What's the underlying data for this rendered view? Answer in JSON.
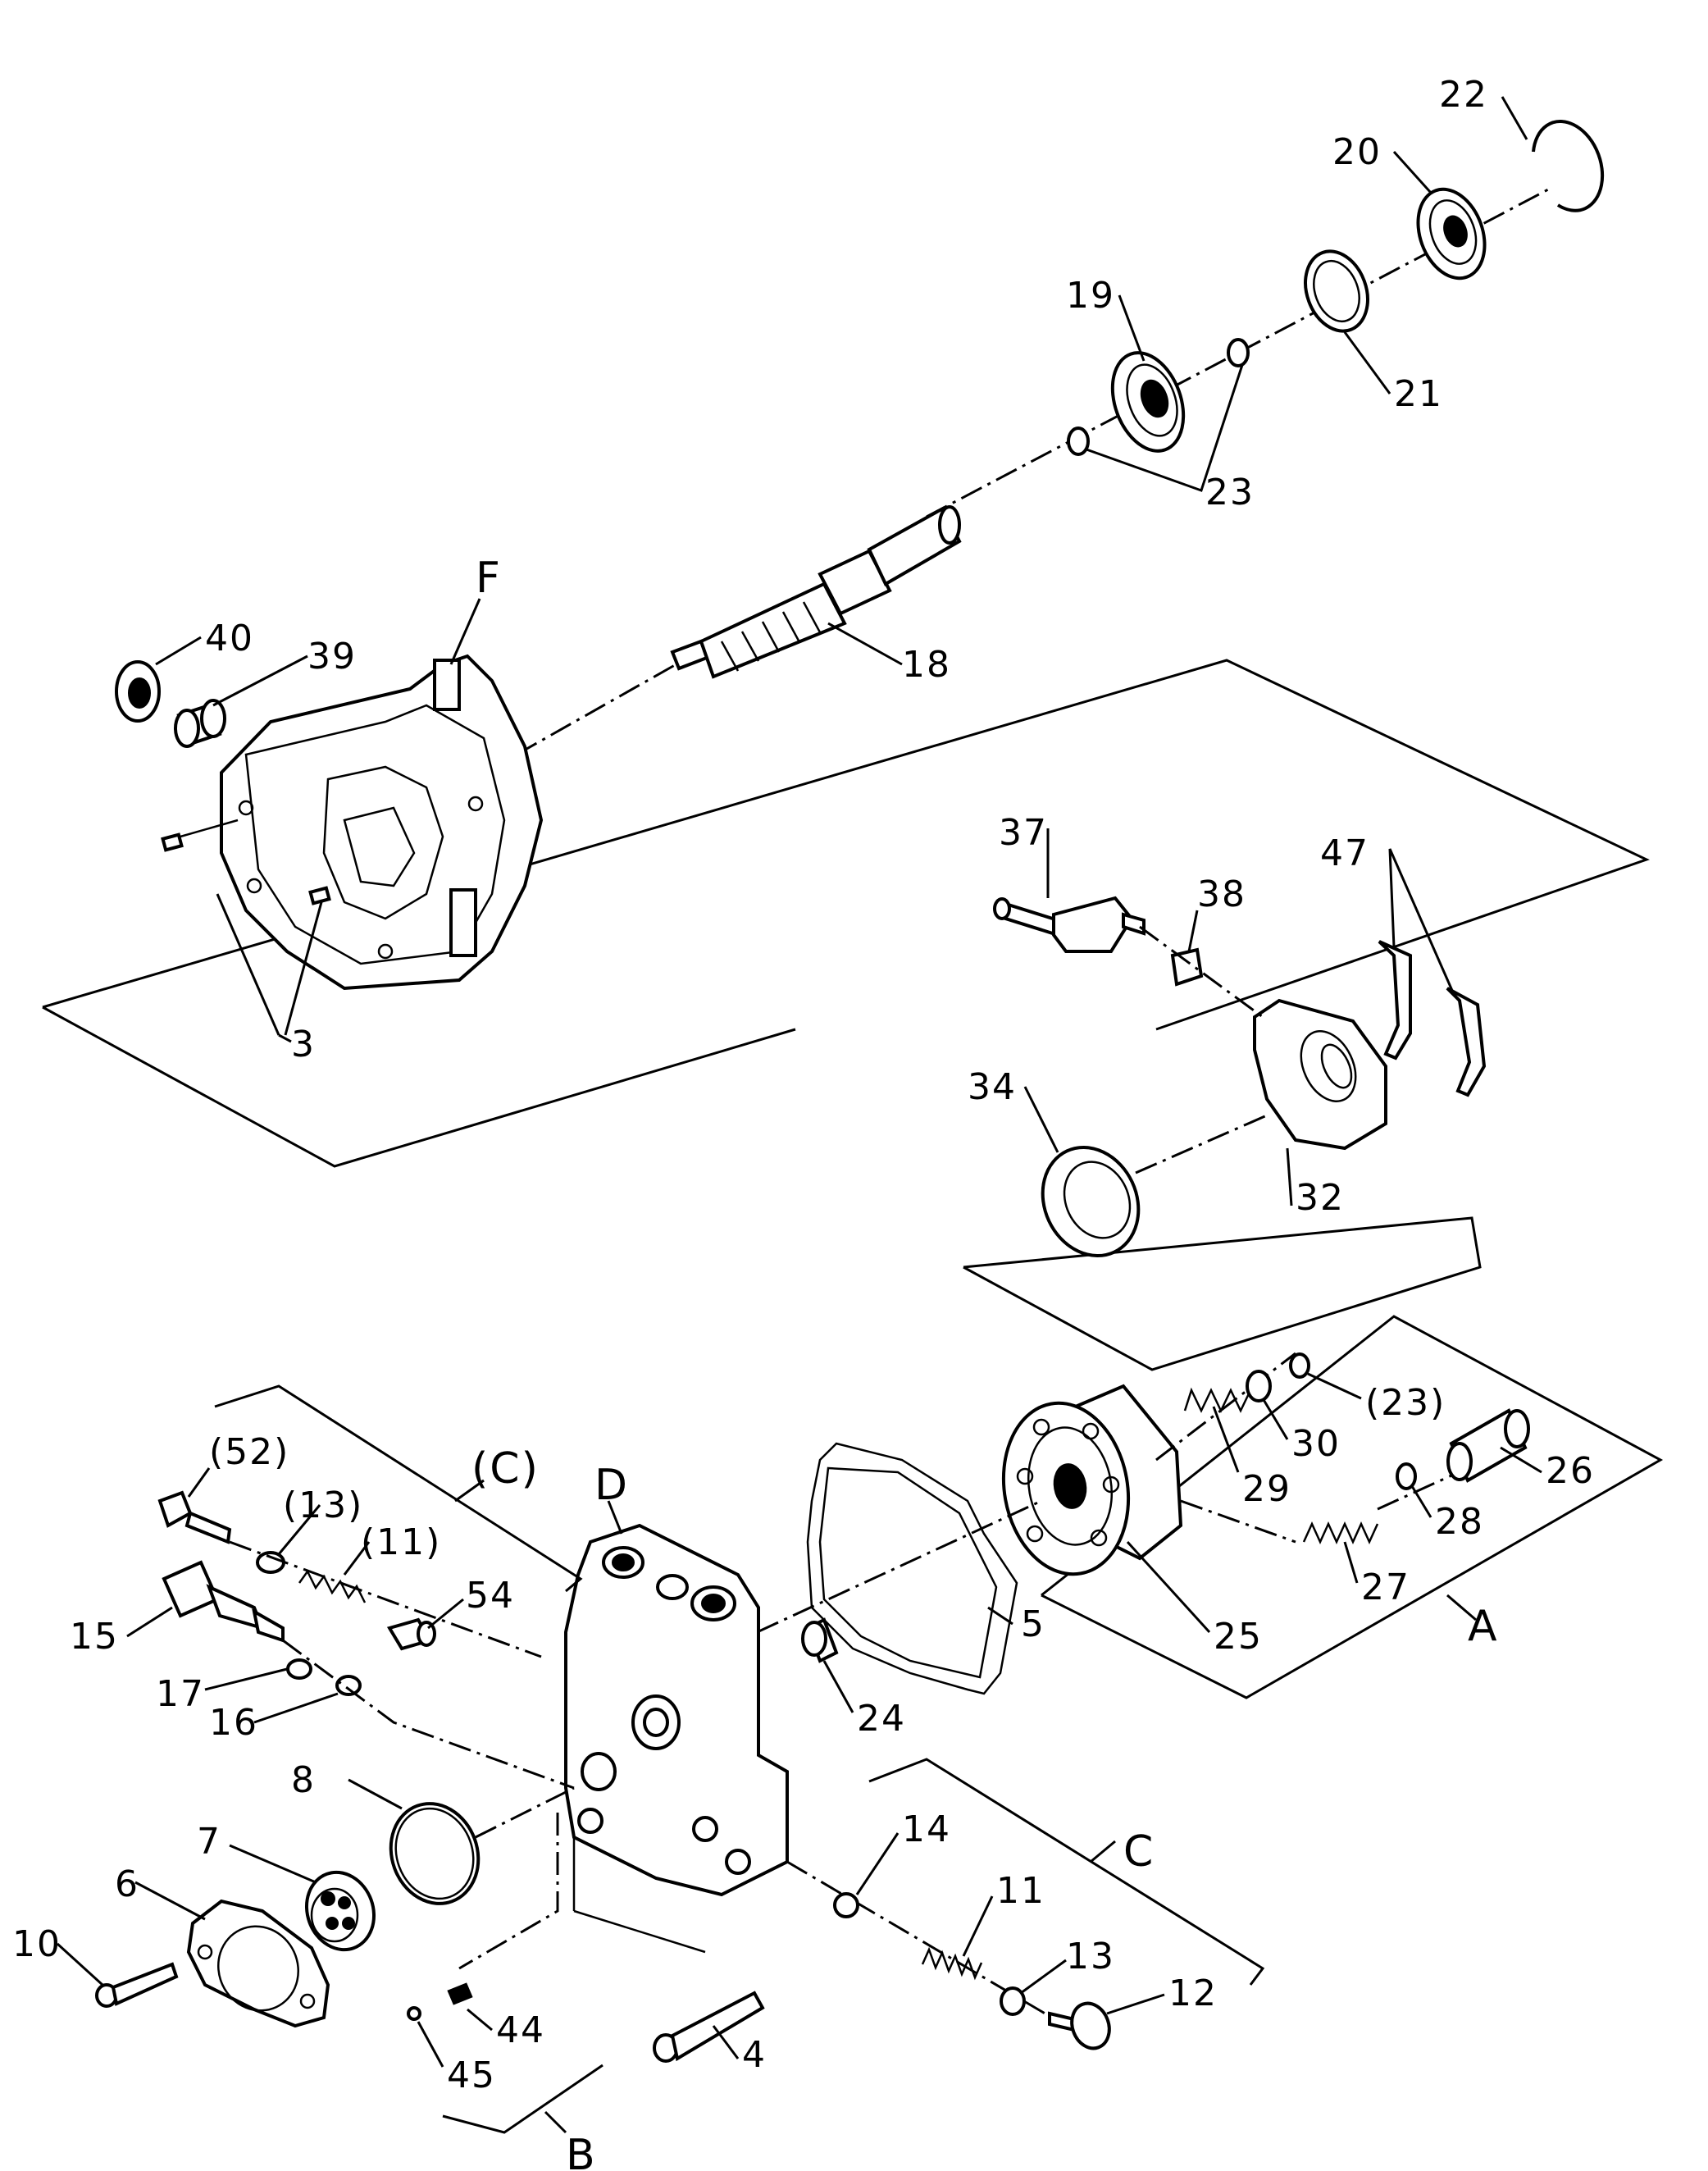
{
  "diagram": {
    "group_labels": {
      "F": "F",
      "D": "D",
      "A": "A",
      "B": "B",
      "C": "C",
      "C_paren": "(C)"
    },
    "parts": {
      "p3": "3",
      "p4": "4",
      "p5": "5",
      "p6": "6",
      "p7": "7",
      "p8": "8",
      "p10": "10",
      "p11": "11",
      "p11_paren": "(11)",
      "p12": "12",
      "p13": "13",
      "p13_paren": "(13)",
      "p14": "14",
      "p15": "15",
      "p16": "16",
      "p17": "17",
      "p18": "18",
      "p19": "19",
      "p20": "20",
      "p21": "21",
      "p22": "22",
      "p23": "23",
      "p23_paren": "(23)",
      "p24": "24",
      "p25": "25",
      "p26": "26",
      "p27": "27",
      "p28": "28",
      "p29": "29",
      "p30": "30",
      "p32": "32",
      "p34": "34",
      "p37": "37",
      "p38": "38",
      "p39": "39",
      "p40": "40",
      "p44": "44",
      "p45": "45",
      "p47": "47",
      "p52_paren": "(52)",
      "p54": "54"
    }
  }
}
